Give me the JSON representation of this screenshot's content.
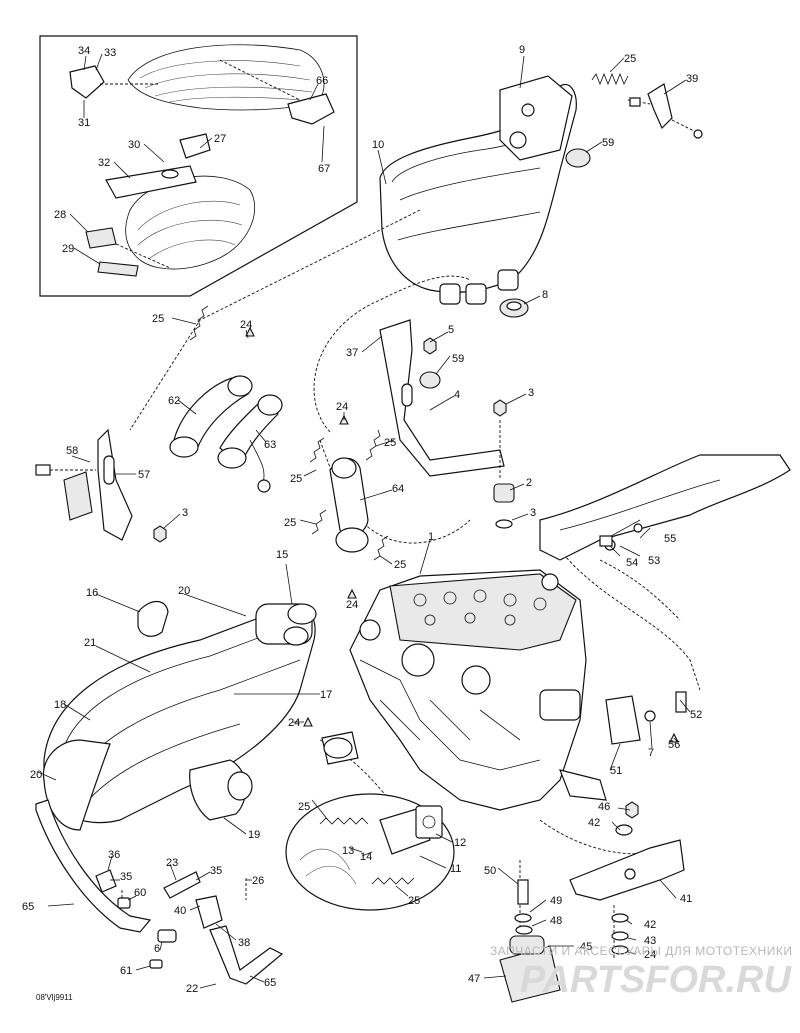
{
  "drawing_code": "08'Vlj9911",
  "watermark": {
    "caption": "ЗАПЧАСТИ И АКСЕССУАРЫ ДЛЯ МОТОТЕХНИКИ",
    "logo": "PARTSFOR.RU"
  },
  "callouts": {
    "c1": "1",
    "c2": "2",
    "c3a": "3",
    "c3b": "3",
    "c3c": "3",
    "c4": "4",
    "c5": "5",
    "c6": "6",
    "c7": "7",
    "c8": "8",
    "c9": "9",
    "c10": "10",
    "c11": "11",
    "c12": "12",
    "c13": "13",
    "c14": "14",
    "c15": "15",
    "c16": "16",
    "c17": "17",
    "c18": "18",
    "c19": "19",
    "c20a": "20",
    "c20b": "20",
    "c21": "21",
    "c22": "22",
    "c23": "23",
    "c24a": "24",
    "c24b": "24",
    "c24c": "24",
    "c24d": "24",
    "c24e": "24",
    "c25a": "25",
    "c25b": "25",
    "c25c": "25",
    "c25d": "25",
    "c25e": "25",
    "c25f": "25",
    "c25g": "25",
    "c25h": "25",
    "c26": "26",
    "c27": "27",
    "c28": "28",
    "c29": "29",
    "c30": "30",
    "c31": "31",
    "c32": "32",
    "c33": "33",
    "c34": "34",
    "c35a": "35",
    "c35b": "35",
    "c36": "36",
    "c37": "37",
    "c38": "38",
    "c39": "39",
    "c40": "40",
    "c41": "41",
    "c42a": "42",
    "c42b": "42",
    "c43": "43",
    "c45": "45",
    "c46": "46",
    "c47": "47",
    "c48": "48",
    "c49": "49",
    "c50": "50",
    "c51": "51",
    "c52": "52",
    "c53": "53",
    "c54": "54",
    "c55": "55",
    "c56": "56",
    "c57": "57",
    "c58": "58",
    "c59a": "59",
    "c59b": "59",
    "c60": "60",
    "c61": "61",
    "c62": "62",
    "c63": "63",
    "c64": "64",
    "c65a": "65",
    "c65b": "65",
    "c66": "66",
    "c67": "67"
  }
}
